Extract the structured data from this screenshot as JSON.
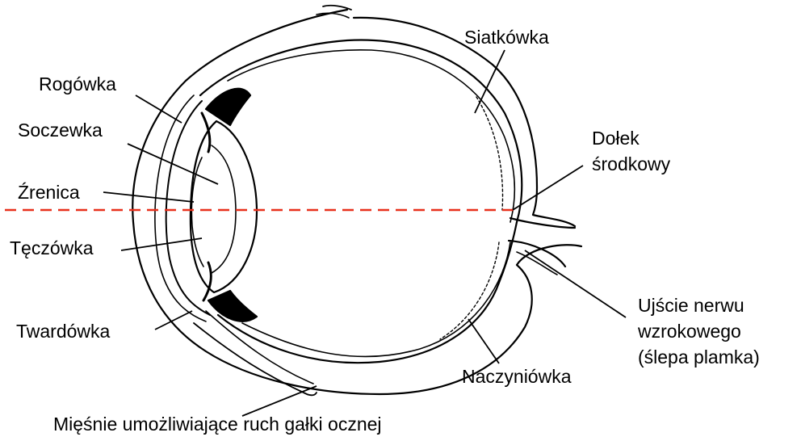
{
  "labels": {
    "rogowka": "Rogówka",
    "soczewka": "Soczewka",
    "zrenica": "Źrenica",
    "teczowka": "Tęczówka",
    "twardowka": "Twardówka",
    "miesnie": "Mięśnie umożliwiające ruch gałki ocznej",
    "siatkowka": "Siatkówka",
    "dolek": "Dołek\nśrodkowy",
    "ujscie": "Ujście nerwu\nwzrokowego\n(ślepa plamka)",
    "naczyniowka": "Naczyniówka"
  },
  "colors": {
    "axis_line": "#e8301c",
    "outline": "#000000"
  }
}
